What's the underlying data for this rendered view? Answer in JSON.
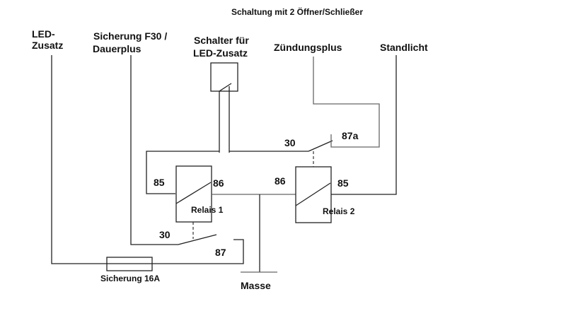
{
  "title": "Schaltung mit 2 Öffner/Schließer",
  "labels": {
    "led_zusatz_1": "LED-",
    "led_zusatz_2": "Zusatz",
    "sicherung_f30_1": "Sicherung F30 /",
    "sicherung_f30_2": "Dauerplus",
    "schalter_1": "Schalter für",
    "schalter_2": "LED-Zusatz",
    "zuendungsplus": "Zündungsplus",
    "standlicht": "Standlicht",
    "masse": "Masse",
    "sicherung_16a": "Sicherung 16A"
  },
  "relais1": {
    "name": "Relais 1",
    "pin_85": "85",
    "pin_86": "86",
    "pin_30": "30",
    "pin_87": "87"
  },
  "relais2": {
    "name": "Relais 2",
    "pin_85": "85",
    "pin_86": "86",
    "pin_30": "30",
    "pin_87a": "87a"
  }
}
